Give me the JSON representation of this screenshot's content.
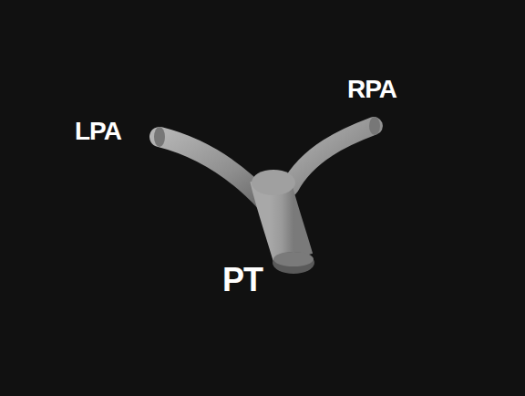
{
  "diagram": {
    "labels": [
      "LPA",
      "RPA",
      "PT"
    ]
  }
}
